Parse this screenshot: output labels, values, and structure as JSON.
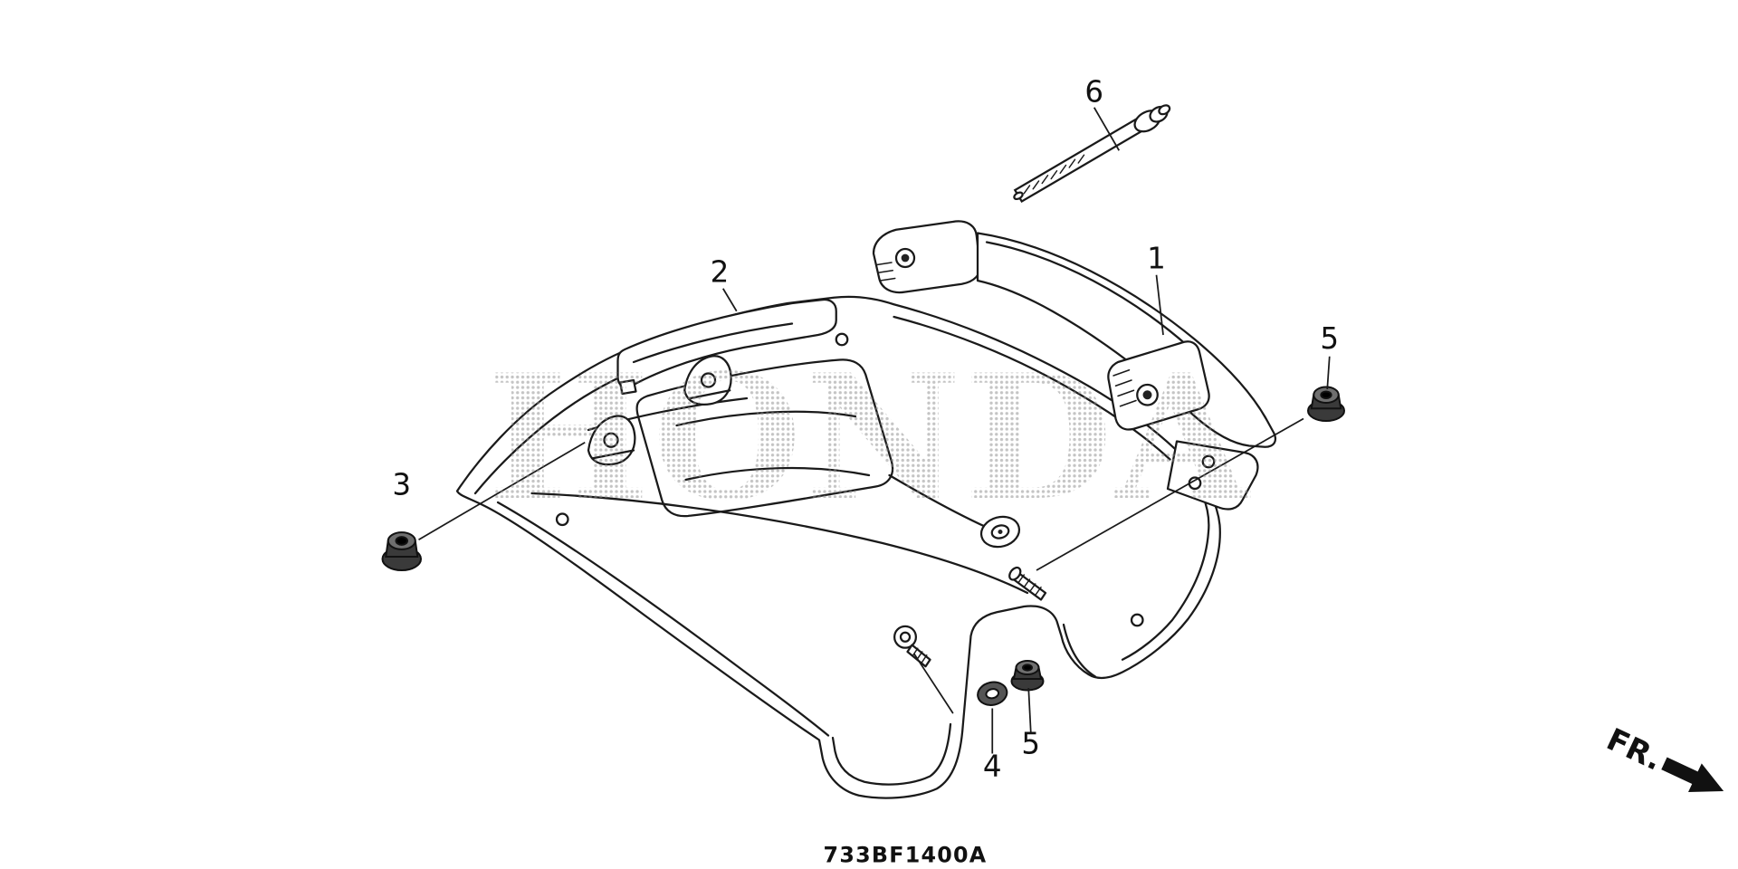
{
  "page": {
    "background": "#ffffff"
  },
  "diagram": {
    "type": "exploded-parts-diagram",
    "code": "733BF1400A",
    "watermark": "HONDA",
    "direction_indicator": {
      "label": "FR."
    },
    "colors": {
      "line": "#1a1a1a",
      "watermark_dot": "#8a8a8a",
      "dark_part": "#3a3a3a"
    },
    "callouts": [
      {
        "number": "6"
      },
      {
        "number": "1"
      },
      {
        "number": "2"
      },
      {
        "number": "5"
      },
      {
        "number": "3"
      },
      {
        "number": "4"
      },
      {
        "number": "5"
      }
    ]
  }
}
